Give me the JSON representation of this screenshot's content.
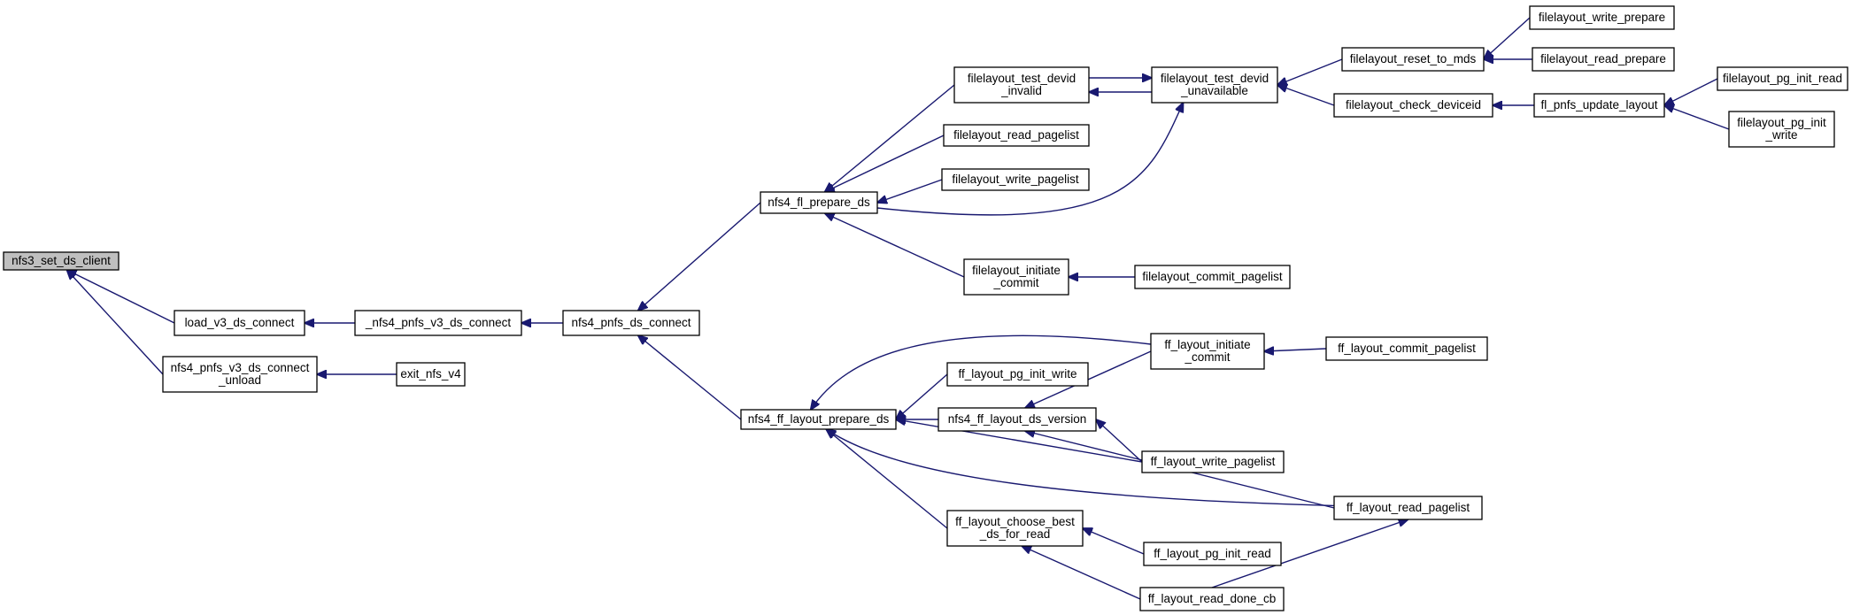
{
  "diagram": {
    "colors": {
      "edge": "#191970",
      "root_fill": "#bfbfbf",
      "node_fill": "#ffffff",
      "node_stroke": "#000000"
    },
    "nodes": [
      {
        "id": "nfs3_set_ds_client",
        "label": [
          "nfs3_set_ds_client"
        ],
        "root": true
      },
      {
        "id": "load_v3_ds_connect",
        "label": [
          "load_v3_ds_connect"
        ]
      },
      {
        "id": "nfs4_pnfs_v3_ds_connect_unload",
        "label": [
          "nfs4_pnfs_v3_ds_connect",
          "_unload"
        ]
      },
      {
        "id": "_nfs4_pnfs_v3_ds_connect",
        "label": [
          "_nfs4_pnfs_v3_ds_connect"
        ]
      },
      {
        "id": "exit_nfs_v4",
        "label": [
          "exit_nfs_v4"
        ]
      },
      {
        "id": "nfs4_pnfs_ds_connect",
        "label": [
          "nfs4_pnfs_ds_connect"
        ]
      },
      {
        "id": "nfs4_fl_prepare_ds",
        "label": [
          "nfs4_fl_prepare_ds"
        ]
      },
      {
        "id": "nfs4_ff_layout_prepare_ds",
        "label": [
          "nfs4_ff_layout_prepare_ds"
        ]
      },
      {
        "id": "filelayout_test_devid_invalid",
        "label": [
          "filelayout_test_devid",
          "_invalid"
        ]
      },
      {
        "id": "filelayout_read_pagelist",
        "label": [
          "filelayout_read_pagelist"
        ]
      },
      {
        "id": "filelayout_write_pagelist",
        "label": [
          "filelayout_write_pagelist"
        ]
      },
      {
        "id": "filelayout_initiate_commit",
        "label": [
          "filelayout_initiate",
          "_commit"
        ]
      },
      {
        "id": "filelayout_test_devid_unavailable",
        "label": [
          "filelayout_test_devid",
          "_unavailable"
        ]
      },
      {
        "id": "filelayout_commit_pagelist",
        "label": [
          "filelayout_commit_pagelist"
        ]
      },
      {
        "id": "filelayout_reset_to_mds",
        "label": [
          "filelayout_reset_to_mds"
        ]
      },
      {
        "id": "filelayout_check_deviceid",
        "label": [
          "filelayout_check_deviceid"
        ]
      },
      {
        "id": "filelayout_write_prepare",
        "label": [
          "filelayout_write_prepare"
        ]
      },
      {
        "id": "filelayout_read_prepare",
        "label": [
          "filelayout_read_prepare"
        ]
      },
      {
        "id": "fl_pnfs_update_layout",
        "label": [
          "fl_pnfs_update_layout"
        ]
      },
      {
        "id": "filelayout_pg_init_read",
        "label": [
          "filelayout_pg_init_read"
        ]
      },
      {
        "id": "filelayout_pg_init_write",
        "label": [
          "filelayout_pg_init",
          "_write"
        ]
      },
      {
        "id": "ff_layout_pg_init_write",
        "label": [
          "ff_layout_pg_init_write"
        ]
      },
      {
        "id": "nfs4_ff_layout_ds_version",
        "label": [
          "nfs4_ff_layout_ds_version"
        ]
      },
      {
        "id": "ff_layout_choose_best_ds_for_read",
        "label": [
          "ff_layout_choose_best",
          "_ds_for_read"
        ]
      },
      {
        "id": "ff_layout_initiate_commit",
        "label": [
          "ff_layout_initiate",
          "_commit"
        ]
      },
      {
        "id": "ff_layout_write_pagelist",
        "label": [
          "ff_layout_write_pagelist"
        ]
      },
      {
        "id": "ff_layout_read_pagelist",
        "label": [
          "ff_layout_read_pagelist"
        ]
      },
      {
        "id": "ff_layout_pg_init_read",
        "label": [
          "ff_layout_pg_init_read"
        ]
      },
      {
        "id": "ff_layout_read_done_cb",
        "label": [
          "ff_layout_read_done_cb"
        ]
      },
      {
        "id": "ff_layout_commit_pagelist",
        "label": [
          "ff_layout_commit_pagelist"
        ]
      }
    ],
    "edges": [
      {
        "from": "load_v3_ds_connect",
        "to": "nfs3_set_ds_client"
      },
      {
        "from": "nfs4_pnfs_v3_ds_connect_unload",
        "to": "nfs3_set_ds_client"
      },
      {
        "from": "_nfs4_pnfs_v3_ds_connect",
        "to": "load_v3_ds_connect"
      },
      {
        "from": "exit_nfs_v4",
        "to": "nfs4_pnfs_v3_ds_connect_unload"
      },
      {
        "from": "nfs4_pnfs_ds_connect",
        "to": "_nfs4_pnfs_v3_ds_connect"
      },
      {
        "from": "nfs4_fl_prepare_ds",
        "to": "nfs4_pnfs_ds_connect"
      },
      {
        "from": "nfs4_ff_layout_prepare_ds",
        "to": "nfs4_pnfs_ds_connect"
      },
      {
        "from": "filelayout_test_devid_invalid",
        "to": "nfs4_fl_prepare_ds"
      },
      {
        "from": "filelayout_read_pagelist",
        "to": "nfs4_fl_prepare_ds"
      },
      {
        "from": "filelayout_write_pagelist",
        "to": "nfs4_fl_prepare_ds"
      },
      {
        "from": "filelayout_initiate_commit",
        "to": "nfs4_fl_prepare_ds"
      },
      {
        "from": "nfs4_fl_prepare_ds",
        "to": "filelayout_test_devid_unavailable",
        "route": "below"
      },
      {
        "from": "filelayout_test_devid_invalid",
        "to": "filelayout_test_devid_unavailable",
        "route": "upper"
      },
      {
        "from": "filelayout_test_devid_unavailable",
        "to": "filelayout_test_devid_invalid",
        "route": "lower"
      },
      {
        "from": "filelayout_reset_to_mds",
        "to": "filelayout_test_devid_unavailable"
      },
      {
        "from": "filelayout_check_deviceid",
        "to": "filelayout_test_devid_unavailable"
      },
      {
        "from": "filelayout_write_prepare",
        "to": "filelayout_reset_to_mds"
      },
      {
        "from": "filelayout_read_prepare",
        "to": "filelayout_reset_to_mds"
      },
      {
        "from": "fl_pnfs_update_layout",
        "to": "filelayout_check_deviceid"
      },
      {
        "from": "filelayout_pg_init_read",
        "to": "fl_pnfs_update_layout"
      },
      {
        "from": "filelayout_pg_init_write",
        "to": "fl_pnfs_update_layout"
      },
      {
        "from": "filelayout_commit_pagelist",
        "to": "filelayout_initiate_commit"
      },
      {
        "from": "ff_layout_initiate_commit",
        "to": "nfs4_ff_layout_prepare_ds",
        "route": "arcup"
      },
      {
        "from": "ff_layout_pg_init_write",
        "to": "nfs4_ff_layout_prepare_ds"
      },
      {
        "from": "nfs4_ff_layout_ds_version",
        "to": "nfs4_ff_layout_prepare_ds"
      },
      {
        "from": "ff_layout_write_pagelist",
        "to": "nfs4_ff_layout_prepare_ds"
      },
      {
        "from": "ff_layout_read_pagelist",
        "to": "nfs4_ff_layout_prepare_ds",
        "route": "arclow"
      },
      {
        "from": "ff_layout_choose_best_ds_for_read",
        "to": "nfs4_ff_layout_prepare_ds"
      },
      {
        "from": "ff_layout_commit_pagelist",
        "to": "ff_layout_initiate_commit"
      },
      {
        "from": "ff_layout_initiate_commit",
        "to": "nfs4_ff_layout_ds_version"
      },
      {
        "from": "ff_layout_write_pagelist",
        "to": "nfs4_ff_layout_ds_version"
      },
      {
        "from": "ff_layout_read_pagelist",
        "to": "nfs4_ff_layout_ds_version"
      },
      {
        "from": "ff_layout_pg_init_read",
        "to": "ff_layout_choose_best_ds_for_read"
      },
      {
        "from": "ff_layout_read_done_cb",
        "to": "ff_layout_choose_best_ds_for_read"
      },
      {
        "from": "ff_layout_read_done_cb",
        "to": "ff_layout_read_pagelist"
      }
    ]
  }
}
